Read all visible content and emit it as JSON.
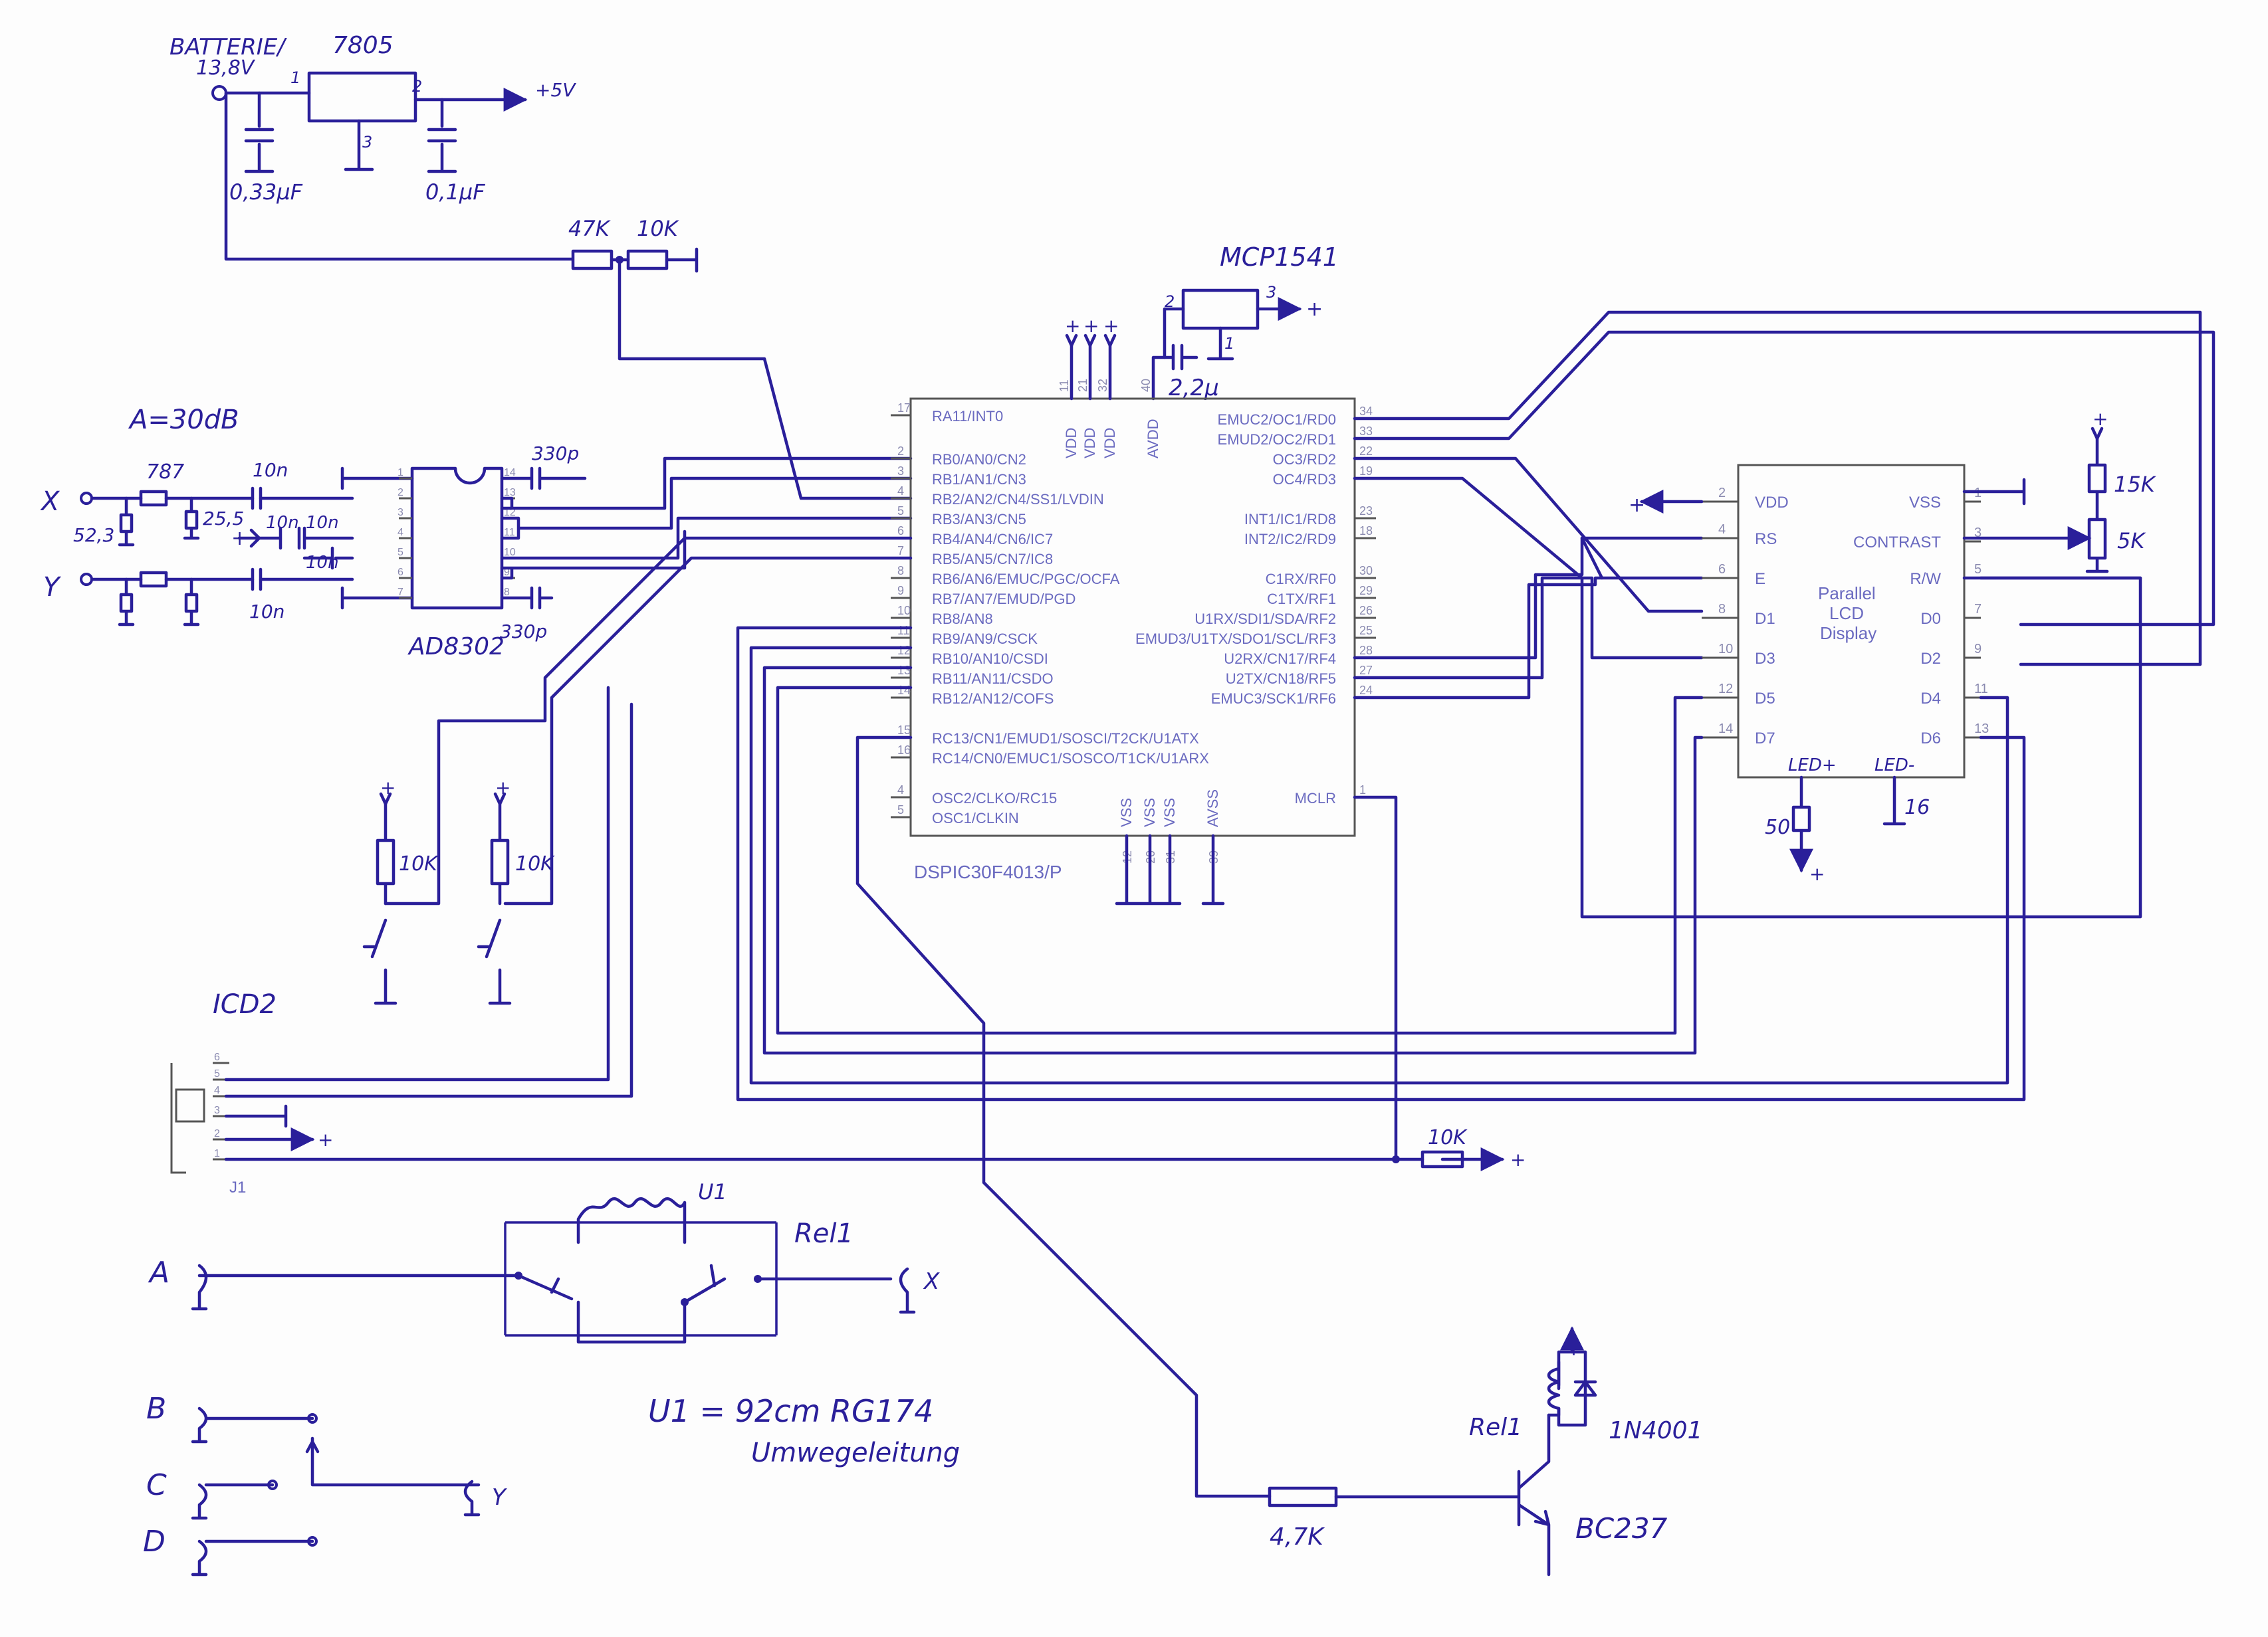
{
  "power": {
    "battery": "BATTERIE/\n13,8V",
    "battery_l1": "BATTERIE/",
    "battery_l2": "13,8V",
    "regulator": "7805",
    "pin1": "1",
    "pin2": "2",
    "pin3": "3",
    "cap_in": "0,33µF",
    "cap_out": "0,1µF",
    "out": "+5V"
  },
  "divider": {
    "r1": "47K",
    "r2": "10K"
  },
  "mcp": {
    "name": "MCP1541",
    "pin1": "1",
    "pin2": "2",
    "pin3": "3",
    "cap": "2,2µ"
  },
  "amp": {
    "gain": "A=30dB",
    "r_in": "787",
    "r_sh1": "52,3",
    "r_sh2": "25,5",
    "cap": "10n",
    "chip": "AD8302",
    "cap_top": "330p",
    "cap_bot": "330p",
    "x": "X",
    "y": "Y",
    "pins_left": [
      "1",
      "2",
      "3",
      "4",
      "5",
      "6",
      "7"
    ],
    "pins_right": [
      "14",
      "13",
      "12",
      "11",
      "10",
      "9",
      "8"
    ]
  },
  "mcu": {
    "name": "DSPIC30F4013/P",
    "left": [
      {
        "n": "17",
        "t": "RA11/INT0"
      },
      {
        "n": "2",
        "t": "RB0/AN0/CN2"
      },
      {
        "n": "3",
        "t": "RB1/AN1/CN3"
      },
      {
        "n": "4",
        "t": "RB2/AN2/CN4/SS1/LVDIN"
      },
      {
        "n": "5",
        "t": "RB3/AN3/CN5"
      },
      {
        "n": "6",
        "t": "RB4/AN4/CN6/IC7"
      },
      {
        "n": "7",
        "t": "RB5/AN5/CN7/IC8"
      },
      {
        "n": "8",
        "t": "RB6/AN6/EMUC/PGC/OCFA"
      },
      {
        "n": "9",
        "t": "RB7/AN7/EMUD/PGD"
      },
      {
        "n": "10",
        "t": "RB8/AN8"
      },
      {
        "n": "11",
        "t": "RB9/AN9/CSCK"
      },
      {
        "n": "12",
        "t": "RB10/AN10/CSDI"
      },
      {
        "n": "13",
        "t": "RB11/AN11/CSDO"
      },
      {
        "n": "14",
        "t": "RB12/AN12/COFS"
      },
      {
        "n": "15",
        "t": "RC13/CN1/EMUD1/SOSCI/T2CK/U1ATX"
      },
      {
        "n": "16",
        "t": "RC14/CN0/EMUC1/SOSCO/T1CK/U1ARX"
      },
      {
        "n": "4",
        "t": "OSC2/CLKO/RC15"
      },
      {
        "n": "5",
        "t": "OSC1/CLKIN"
      }
    ],
    "right": [
      {
        "n": "34",
        "t": "EMUC2/OC1/RD0"
      },
      {
        "n": "33",
        "t": "EMUD2/OC2/RD1"
      },
      {
        "n": "22",
        "t": "OC3/RD2"
      },
      {
        "n": "19",
        "t": "OC4/RD3"
      },
      {
        "n": "23",
        "t": "INT1/IC1/RD8"
      },
      {
        "n": "18",
        "t": "INT2/IC2/RD9"
      },
      {
        "n": "30",
        "t": "C1RX/RF0"
      },
      {
        "n": "29",
        "t": "C1TX/RF1"
      },
      {
        "n": "26",
        "t": "U1RX/SDI1/SDA/RF2"
      },
      {
        "n": "25",
        "t": "EMUD3/U1TX/SDO1/SCL/RF3"
      },
      {
        "n": "28",
        "t": "U2RX/CN17/RF4"
      },
      {
        "n": "27",
        "t": "U2TX/CN18/RF5"
      },
      {
        "n": "24",
        "t": "EMUC3/SCK1/RF6"
      },
      {
        "n": "1",
        "t": "MCLR"
      }
    ],
    "top": [
      {
        "n": "11",
        "t": "VDD"
      },
      {
        "n": "21",
        "t": "VDD"
      },
      {
        "n": "32",
        "t": "VDD"
      },
      {
        "n": "40",
        "t": "AVDD"
      }
    ],
    "bottom": [
      {
        "n": "12",
        "t": "VSS"
      },
      {
        "n": "20",
        "t": "VSS"
      },
      {
        "n": "31",
        "t": "VSS"
      },
      {
        "n": "39",
        "t": "AVSS"
      }
    ]
  },
  "lcd": {
    "title1": "Parallel",
    "title2": "LCD",
    "title3": "Display",
    "left": [
      {
        "n": "2",
        "t": "VDD"
      },
      {
        "n": "4",
        "t": "RS"
      },
      {
        "n": "6",
        "t": "E"
      },
      {
        "n": "8",
        "t": "D1"
      },
      {
        "n": "10",
        "t": "D3"
      },
      {
        "n": "12",
        "t": "D5"
      },
      {
        "n": "14",
        "t": "D7"
      }
    ],
    "right": [
      {
        "n": "1",
        "t": "VSS"
      },
      {
        "n": "3",
        "t": "CONTRAST"
      },
      {
        "n": "5",
        "t": "R/W"
      },
      {
        "n": "7",
        "t": "D0"
      },
      {
        "n": "9",
        "t": "D2"
      },
      {
        "n": "11",
        "t": "D4"
      },
      {
        "n": "13",
        "t": "D6"
      }
    ],
    "led_plus": "LED+",
    "led_minus": "LED-",
    "led_res": "50",
    "pin16": "16",
    "pot_r1": "15K",
    "pot_r2": "5K"
  },
  "buttons": {
    "r1": "10K",
    "r2": "10K"
  },
  "icd": {
    "name": "ICD2",
    "label": "J1",
    "pins": [
      "6",
      "5",
      "4",
      "3",
      "2",
      "1"
    ],
    "pullup": "10K"
  },
  "relay": {
    "name": "Rel1",
    "delay": "U1",
    "a": "A",
    "x": "X",
    "note1": "U1 = 92cm RG174",
    "note2": "Umwegeleitung",
    "b": "B",
    "c": "C",
    "d": "D",
    "y": "Y"
  },
  "driver": {
    "res": "4,7K",
    "rel": "Rel1",
    "diode": "1N4001",
    "transistor": "BC237"
  },
  "symbols": {
    "plus": "+"
  }
}
